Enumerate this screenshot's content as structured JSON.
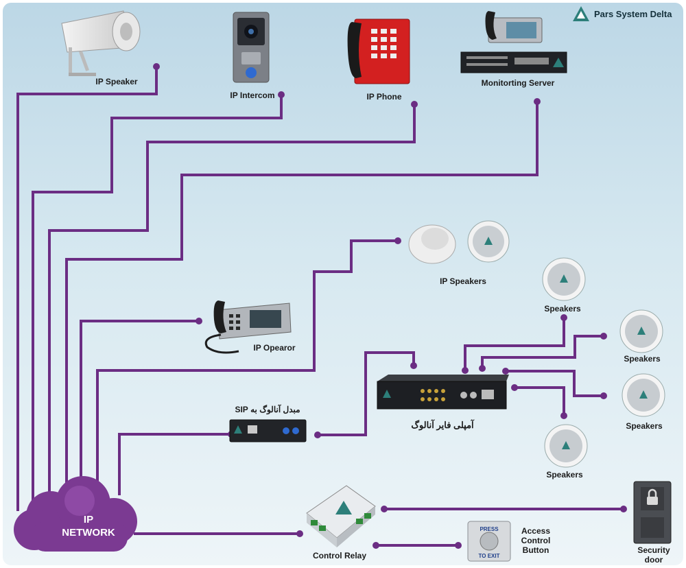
{
  "brand": {
    "name": "Pars System Delta"
  },
  "devices": {
    "ip_speaker": "IP Speaker",
    "ip_intercom": "IP Intercom",
    "ip_phone": "IP Phone",
    "monitoring_server": "Monitorting Server",
    "ip_speakers": "IP Speakers",
    "ip_operator": "IP Opearor",
    "sip_converter": "مبدل آنالوگ به SIP",
    "analog_amplifier": "آمپلی فایر آنالوگ",
    "speakers_1": "Speakers",
    "speakers_2": "Speakers",
    "speakers_3": "Speakers",
    "speakers_4": "Speakers",
    "control_relay": "Control Relay",
    "access_control_line1": "Access",
    "access_control_line2": "Control",
    "access_control_line3": "Button",
    "security_door_line1": "Security",
    "security_door_line2": "door",
    "exit_button_top": "PRESS",
    "exit_button_bottom": "TO EXIT"
  },
  "network": {
    "line1": "IP",
    "line2": "NETWORK"
  },
  "colors": {
    "wire": "#6b2d83",
    "cloud": "#7b3a92",
    "accent": "#2d7f7a"
  }
}
